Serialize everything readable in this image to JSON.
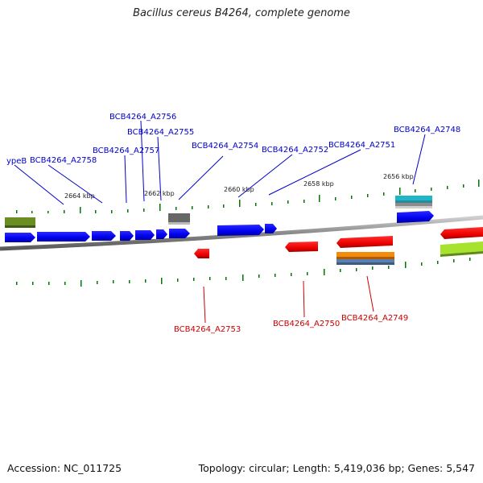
{
  "title": "Bacillus cereus B4264, complete genome",
  "footer": {
    "accession": "Accession: NC_011725",
    "summary": "Topology: circular; Length: 5,419,036 bp; Genes: 5,547"
  },
  "colors": {
    "forward_label": "#0000cc",
    "reverse_label": "#cc0000",
    "forward_gene": "#0000ee",
    "reverse_gene": "#ee0000",
    "tick": "#007700",
    "backbone": "#888888"
  },
  "scale_labels": [
    "2664 kbp",
    "2662 kbp",
    "2660 kbp",
    "2658 kbp",
    "2656 kbp"
  ],
  "forward_labels": [
    "ypeB",
    "BCB4264_A2758",
    "BCB4264_A2757",
    "BCB4264_A2756",
    "BCB4264_A2755",
    "BCB4264_A2754",
    "BCB4264_A2752",
    "BCB4264_A2751",
    "BCB4264_A2748"
  ],
  "reverse_labels": [
    "BCB4264_A2753",
    "BCB4264_A2750",
    "BCB4264_A2749"
  ]
}
